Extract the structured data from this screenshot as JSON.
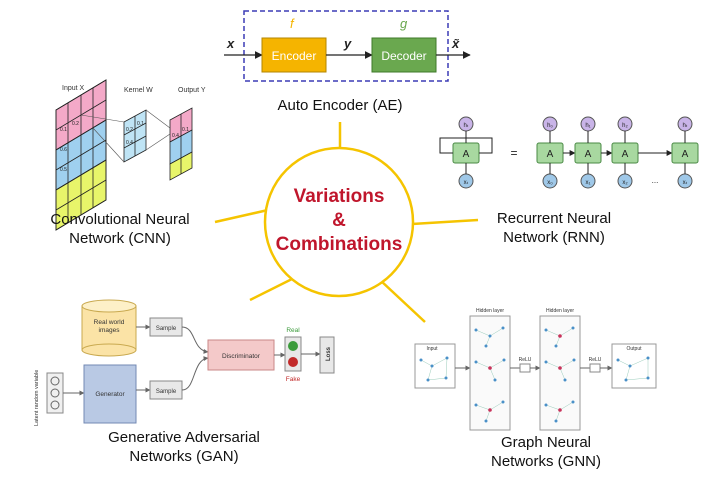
{
  "center": {
    "line1": "Variations",
    "line2": "&",
    "line3": "Combinations"
  },
  "ae": {
    "label": "Auto Encoder (AE)",
    "input": "x",
    "latent": "y",
    "output": "x̃",
    "f": "f",
    "g": "g",
    "encoder": "Encoder",
    "decoder": "Decoder"
  },
  "cnn": {
    "label_line1": "Convolutional Neural",
    "label_line2": "Network (CNN)",
    "input": "Input X",
    "kernel": "Kernel W",
    "output": "Output Y",
    "cells_input": [
      "0.1",
      "0.2",
      "0.6",
      "0.5"
    ],
    "cells_kernel": [
      "0.2",
      "0.1",
      "0.4"
    ],
    "cells_output": [
      "0.4",
      "0.1"
    ]
  },
  "rnn": {
    "label_line1": "Recurrent Neural",
    "label_line2": "Network (RNN)",
    "cell": "A",
    "equals": "=",
    "dots": "...",
    "h_labels": [
      "hₜ",
      "h₀",
      "h₁",
      "h₂",
      "hₜ"
    ],
    "x_labels": [
      "xₜ",
      "x₀",
      "x₁",
      "x₂",
      "xₜ"
    ]
  },
  "gan": {
    "label_line1": "Generative Adversarial",
    "label_line2": "Networks (GAN)",
    "real_images_line1": "Real world",
    "real_images_line2": "images",
    "sample": "Sample",
    "generator": "Generator",
    "discriminator": "Discriminator",
    "real": "Real",
    "fake": "Fake",
    "loss": "Loss",
    "latent": "Latent random variable"
  },
  "gnn": {
    "label_line1": "Graph Neural",
    "label_line2": "Networks (GNN)",
    "input": "Input",
    "hidden_layer": "Hidden layer",
    "relu": "ReLU",
    "output": "Output"
  },
  "colors": {
    "hub": "#f5c400",
    "hub_text": "#c0162c",
    "encoder": "#f5b400",
    "decoder": "#6aa84f",
    "dashed_box": "#3b3bb5",
    "rnn_cell": "#a8d8a0",
    "rnn_h": "#c9b4e8",
    "rnn_x": "#9fc8e8"
  }
}
